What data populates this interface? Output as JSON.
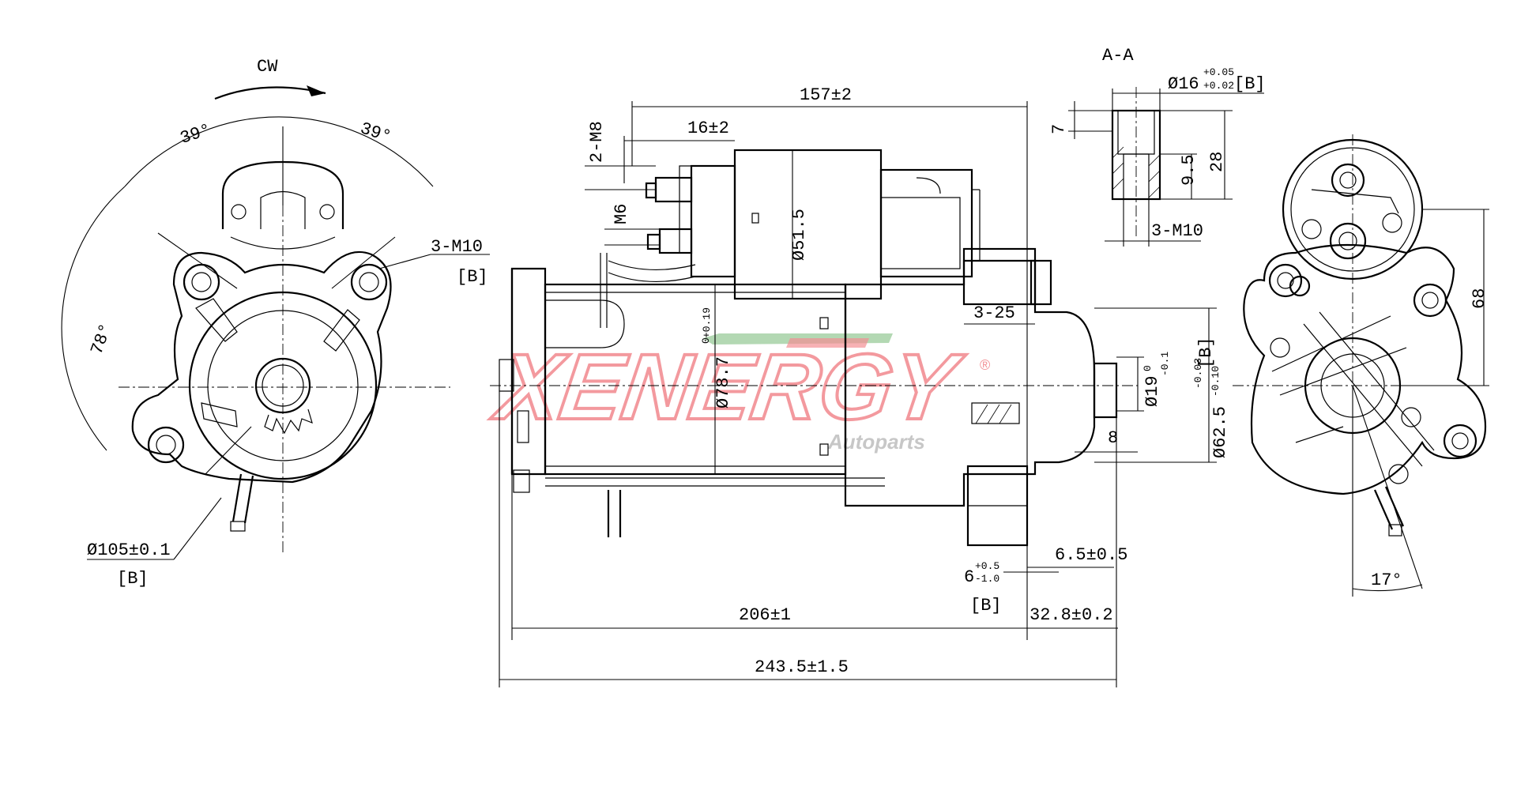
{
  "rotation_label": "CW",
  "section_label": "A-A",
  "angles": {
    "top_left": "39°",
    "top_right": "39°",
    "left": "78°",
    "bottom_right": "17°"
  },
  "thread_labels": {
    "front_mount": "3-M10",
    "section_mount": "3-M10",
    "terminal_large": "2-M8",
    "terminal_small": "M6"
  },
  "datum_ref": "[B]",
  "dimensions": {
    "flange_dia": "Ø105±0.1",
    "body_length": "157±2",
    "terminal_offset": "16±2",
    "solenoid_dia": "Ø51.5",
    "body_dia_main": "Ø78.7",
    "body_dia_tol_upper": "+0.19",
    "body_dia_tol_lower": "0",
    "nose_length": "3-25",
    "pilot_dia_main": "Ø19",
    "pilot_dia_tol_upper": "0",
    "pilot_dia_tol_lower": "-0.1",
    "register_dia_main": "Ø62.5",
    "register_dia_tol_upper": "-0.03",
    "register_dia_tol_lower": "-0.10",
    "pinion_offset": "8",
    "flange_thickness": "6.5±0.5",
    "flange_offset_main": "6",
    "flange_offset_tol_upper": "+0.5",
    "flange_offset_tol_lower": "-1.0",
    "mount_to_end": "206±1",
    "nose_to_flange": "32.8±0.2",
    "overall_length": "243.5±1.5",
    "bore_dia_main": "Ø16",
    "bore_dia_tol_upper": "+0.05",
    "bore_dia_tol_lower": "+0.02",
    "counterbore_depth": "7",
    "thread_depth": "9.5",
    "section_height": "28",
    "rear_offset": "68"
  },
  "watermark": {
    "brand": "XENERGY",
    "sub": "Autoparts",
    "registered": "®"
  },
  "colors": {
    "line": "#000000",
    "watermark_red": "#e8333c",
    "watermark_green": "#3a9a3a"
  }
}
